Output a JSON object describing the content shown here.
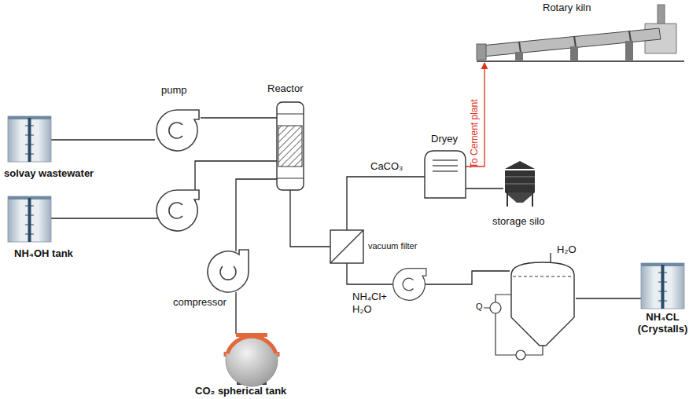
{
  "diagram": {
    "nodes": [
      {
        "text": [
          "Rotary kiln"
        ]
      },
      {
        "text": [
          "pump"
        ]
      },
      {
        "text": [
          "Reactor"
        ]
      },
      {
        "text": [
          "solvay wastewater"
        ]
      },
      {
        "text": [
          "Dryey"
        ]
      },
      {
        "text": [
          "storage silo"
        ]
      },
      {
        "text": [
          "vacuum filter"
        ]
      },
      {
        "text": [
          "NH₄OH tank"
        ]
      },
      {
        "text": [
          "compressor"
        ]
      },
      {
        "text": [
          "H₂O"
        ]
      },
      {
        "text": [
          "NH₄CL (Crystalls)"
        ]
      },
      {
        "text": [
          "CO₂ spherical tank"
        ]
      }
    ],
    "edges": [
      {
        "from": 3,
        "to": 1,
        "arrow": "none"
      },
      {
        "from": 1,
        "to": 2,
        "arrow": "none"
      },
      {
        "from": 7,
        "to": 2,
        "arrow": "none"
      },
      {
        "from": 8,
        "to": 2,
        "arrow": "none"
      },
      {
        "from": 11,
        "to": 8,
        "arrow": "none"
      },
      {
        "from": 2,
        "to": 6,
        "arrow": "none"
      },
      {
        "from": 6,
        "to": 4,
        "label": "CaCO₃",
        "arrow": "none"
      },
      {
        "from": 4,
        "to": 5,
        "arrow": "none"
      },
      {
        "from": 4,
        "to": 0,
        "label": "To Cement plant",
        "arrow": "to"
      },
      {
        "from": 6,
        "to": 9,
        "label": "NH₄Cl+ H₂O",
        "arrow": "none"
      },
      {
        "from": 9,
        "to": 10,
        "arrow": "none"
      }
    ],
    "labels": [
      "Q"
    ]
  }
}
